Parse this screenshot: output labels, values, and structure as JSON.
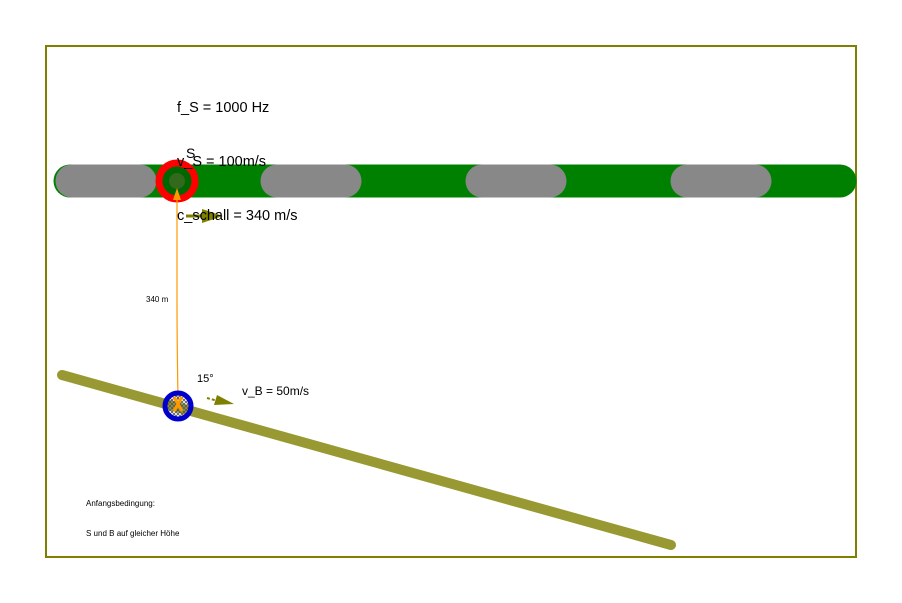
{
  "parameters": {
    "source_frequency": "f_S = 1000 Hz",
    "source_speed": "v_S = 100m/s",
    "sound_speed": "c_schall = 340 m/s"
  },
  "source": {
    "label": "S",
    "ring_color": "#ff0000"
  },
  "observer": {
    "ring_color": "#0000cc"
  },
  "distance_label": "340 m",
  "angle_label": "15°",
  "observer_speed_label": "v_B = 50m/s",
  "note": {
    "line1": "Anfangsbedingung:",
    "line2": "S und B auf gleicher Höhe"
  },
  "colors": {
    "frame": "#808000",
    "track": "#008000",
    "track_segments": "#888888",
    "road": "#999933",
    "arrow": "#808000",
    "distance_line": "#ff9900"
  }
}
